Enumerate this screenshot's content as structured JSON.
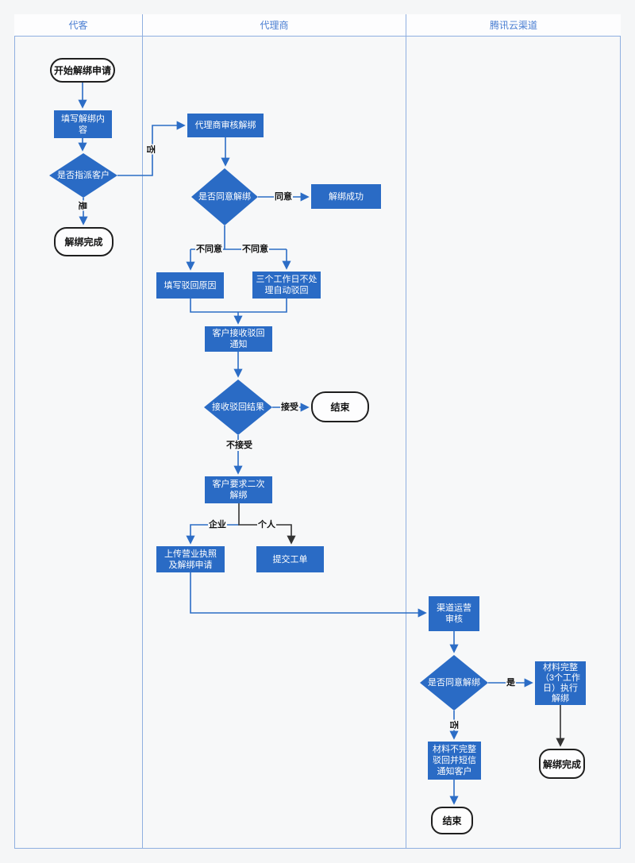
{
  "lanes": [
    {
      "label": "代客"
    },
    {
      "label": "代理商"
    },
    {
      "label": "腾讯云渠道"
    }
  ],
  "colors": {
    "node_fill": "#2a6bc5",
    "connector_blue": "#2c6dc6",
    "connector_black": "#333333",
    "lane_border": "#8fafe0",
    "header_text": "#4a7ed2"
  },
  "nodes": {
    "start": {
      "label": "开始解绑申请"
    },
    "fill_content": {
      "label": "填写解绑内\n容"
    },
    "assign_decision": {
      "label": "是否指派客户"
    },
    "unbind_done_customer": {
      "label": "解绑完成"
    },
    "agent_review": {
      "label": "代理商审核解绑"
    },
    "agent_agree_decision": {
      "label": "是否同意解绑"
    },
    "unbind_success": {
      "label": "解绑成功"
    },
    "reject_reason": {
      "label": "填写驳回原因"
    },
    "auto_reject": {
      "label": "三个工作日不处\n理自动驳回"
    },
    "reject_notice": {
      "label": "客户接收驳回\n通知"
    },
    "reject_result_decision": {
      "label": "接收驳回结果"
    },
    "end_mid": {
      "label": "结束"
    },
    "second_unbind": {
      "label": "客户要求二次\n解绑"
    },
    "upload_license": {
      "label": "上传营业执照\n及解绑申请"
    },
    "submit_ticket": {
      "label": "提交工单"
    },
    "channel_review": {
      "label": "渠道运营\n审核"
    },
    "channel_agree_decision": {
      "label": "是否同意解绑"
    },
    "material_complete": {
      "label": "材料完整\n（3个工作\n日）执行\n解绑"
    },
    "material_incomplete": {
      "label": "材料不完整\n驳回并短信\n通知客户"
    },
    "unbind_done_channel": {
      "label": "解绑完成"
    },
    "end_channel": {
      "label": "结束"
    }
  },
  "edge_labels": {
    "no_assign": "否",
    "yes_assign": "是",
    "agree": "同意",
    "disagree_left": "不同意",
    "disagree_right": "不同意",
    "accept": "接受",
    "not_accept": "不接受",
    "enterprise": "企业",
    "personal": "个人",
    "yes_channel": "是",
    "no_channel": "否"
  }
}
